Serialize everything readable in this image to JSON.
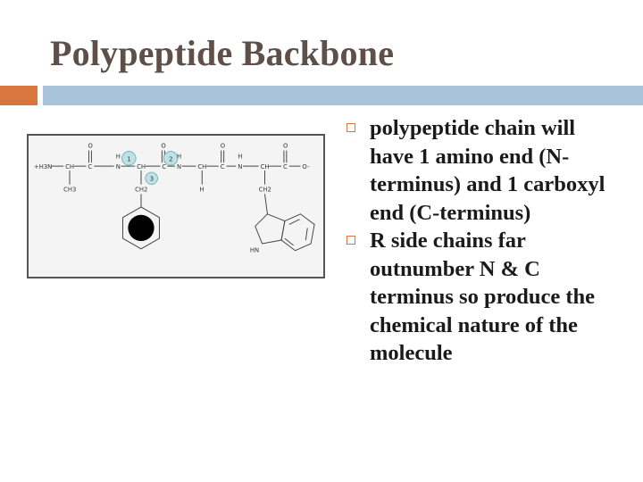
{
  "slide": {
    "title": "Polypeptide Backbone",
    "accent_color": "#d8763f",
    "bar_color": "#a9c3dc"
  },
  "figure": {
    "atoms": {
      "o1": "O",
      "o2": "O",
      "o3": "O",
      "o4": "O",
      "h3n": "+H3N",
      "ch1": "CH",
      "c1": "C",
      "n1": "N",
      "h1": "H",
      "ch2": "CH",
      "c2": "C",
      "n2": "N",
      "h2": "H",
      "ch3": "CH",
      "c3": "C",
      "n3": "N",
      "h3": "H",
      "ch4": "CH",
      "c4": "C",
      "ominus": "O-",
      "ch3a": "CH3",
      "ch2a": "CH2",
      "hb": "H",
      "ch2b": "CH2",
      "hn": "HN",
      "label1": "1",
      "label2": "2",
      "label3": "3"
    }
  },
  "bullets": [
    {
      "text": "polypeptide chain will have 1 amino end (N-terminus) and 1 carboxyl end (C-terminus)"
    },
    {
      "text": "R side chains far outnumber N & C terminus so produce the chemical nature of the molecule"
    }
  ]
}
